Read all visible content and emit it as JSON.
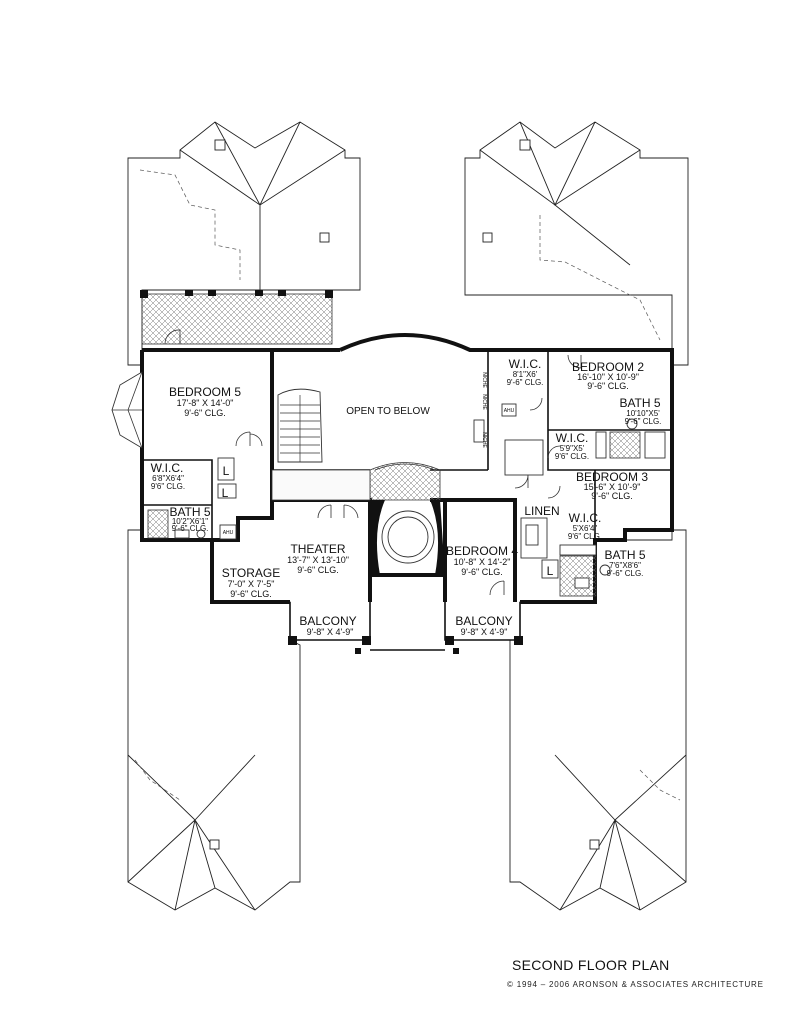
{
  "plan": {
    "title": "SECOND FLOOR PLAN",
    "copyright": "© 1994 – 2006 ARONSON & ASSOCIATES ARCHITECTURE"
  },
  "rooms": {
    "bedroom5": {
      "name": "BEDROOM 5",
      "size": "17'-8\" X 14'-0\"",
      "clg": "9'-6\" CLG."
    },
    "open": {
      "name": "OPEN TO BELOW"
    },
    "wic_left": {
      "name": "W.I.C.",
      "size": "6'8\"X6'4\"",
      "clg": "9'6\" CLG."
    },
    "bath5_left": {
      "name": "BATH 5",
      "size": "10'2\"X6'1\"",
      "clg": "9'-6\" CLG."
    },
    "theater": {
      "name": "THEATER",
      "size": "13'-7\" X 13'-10\"",
      "clg": "9'-6\" CLG."
    },
    "storage": {
      "name": "STORAGE",
      "size": "7'-0\" X 7'-5\"",
      "clg": "9'-6\" CLG."
    },
    "balcony_left": {
      "name": "BALCONY",
      "size": "9'-8\" X 4'-9\""
    },
    "balcony_right": {
      "name": "BALCONY",
      "size": "9'-8\" X 4'-9\""
    },
    "bedroom4": {
      "name": "BEDROOM 4",
      "size": "10'-8\" X 14'-2\"",
      "clg": "9'-6\" CLG."
    },
    "linen": {
      "name": "LINEN"
    },
    "wic_top": {
      "name": "W.I.C.",
      "size": "8'1\"X6'",
      "clg": "9'-6\" CLG."
    },
    "bedroom2": {
      "name": "BEDROOM 2",
      "size": "16'-10\" X 10'-9\"",
      "clg": "9'-6\" CLG."
    },
    "bath5_r1": {
      "name": "BATH 5",
      "size": "10'10\"X5'",
      "clg": "9'-6\" CLG."
    },
    "wic_mid": {
      "name": "W.I.C.",
      "size": "5'9\"X5'",
      "clg": "9'6\" CLG."
    },
    "bedroom3": {
      "name": "BEDROOM 3",
      "size": "15'-6\" X 10'-9\"",
      "clg": "9'-6\" CLG."
    },
    "wic_r2": {
      "name": "W.I.C.",
      "size": "5'X6'4\"",
      "clg": "9'6\" CLG."
    },
    "bath5_r2": {
      "name": "BATH 5",
      "size": "7'6\"X8'6\"",
      "clg": "9'-6\" CLG."
    }
  },
  "labels": {
    "l": "L",
    "ahu": "AHU",
    "niche": "NICHE"
  }
}
